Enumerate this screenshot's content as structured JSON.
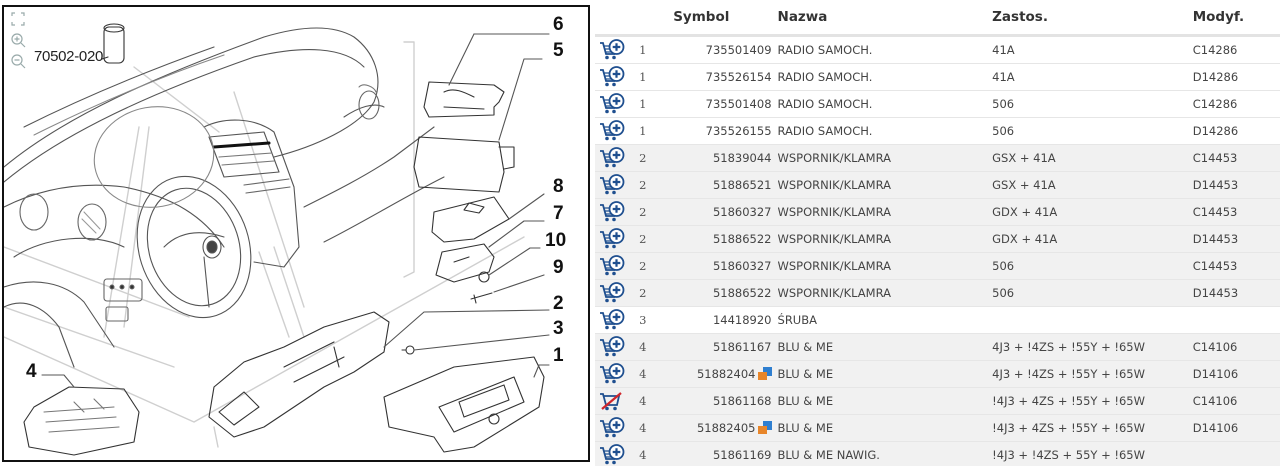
{
  "diagram": {
    "reference_code": "70502-020",
    "tools": [
      "fit-screen-icon",
      "zoom-in-icon",
      "zoom-out-icon"
    ],
    "callouts": [
      "6",
      "5",
      "8",
      "7",
      "10",
      "9",
      "2",
      "3",
      "1",
      "4"
    ]
  },
  "table": {
    "headers": {
      "cart": "",
      "pos": "",
      "symbol": "Symbol",
      "name": "Nazwa",
      "usage": "Zastos.",
      "modif": "Modyf."
    },
    "rows": [
      {
        "pos": "1",
        "symbol": "735501409",
        "name": "RADIO SAMOCH.",
        "usage": "41A",
        "modif": "C14286",
        "cart": "add",
        "replaced": false
      },
      {
        "pos": "1",
        "symbol": "735526154",
        "name": "RADIO SAMOCH.",
        "usage": "41A",
        "modif": "D14286",
        "cart": "add",
        "replaced": false
      },
      {
        "pos": "1",
        "symbol": "735501408",
        "name": "RADIO SAMOCH.",
        "usage": "506",
        "modif": "C14286",
        "cart": "add",
        "replaced": false
      },
      {
        "pos": "1",
        "symbol": "735526155",
        "name": "RADIO SAMOCH.",
        "usage": "506",
        "modif": "D14286",
        "cart": "add",
        "replaced": false
      },
      {
        "pos": "2",
        "symbol": "51839044",
        "name": "WSPORNIK/KLAMRA",
        "usage": "GSX + 41A",
        "modif": "C14453",
        "cart": "add",
        "replaced": false
      },
      {
        "pos": "2",
        "symbol": "51886521",
        "name": "WSPORNIK/KLAMRA",
        "usage": "GSX + 41A",
        "modif": "D14453",
        "cart": "add",
        "replaced": false
      },
      {
        "pos": "2",
        "symbol": "51860327",
        "name": "WSPORNIK/KLAMRA",
        "usage": "GDX + 41A",
        "modif": "C14453",
        "cart": "add",
        "replaced": false
      },
      {
        "pos": "2",
        "symbol": "51886522",
        "name": "WSPORNIK/KLAMRA",
        "usage": "GDX + 41A",
        "modif": "D14453",
        "cart": "add",
        "replaced": false
      },
      {
        "pos": "2",
        "symbol": "51860327",
        "name": "WSPORNIK/KLAMRA",
        "usage": "506",
        "modif": "C14453",
        "cart": "add",
        "replaced": false
      },
      {
        "pos": "2",
        "symbol": "51886522",
        "name": "WSPORNIK/KLAMRA",
        "usage": "506",
        "modif": "D14453",
        "cart": "add",
        "replaced": false
      },
      {
        "pos": "3",
        "symbol": "14418920",
        "name": "ŚRUBA",
        "usage": "",
        "modif": "",
        "cart": "add",
        "replaced": false
      },
      {
        "pos": "4",
        "symbol": "51861167",
        "name": "BLU & ME",
        "usage": "4J3 + !4ZS + !55Y + !65W",
        "modif": "C14106",
        "cart": "add",
        "replaced": false
      },
      {
        "pos": "4",
        "symbol": "51882404",
        "name": "BLU & ME",
        "usage": "4J3 + !4ZS + !55Y + !65W",
        "modif": "D14106",
        "cart": "add",
        "replaced": true
      },
      {
        "pos": "4",
        "symbol": "51861168",
        "name": "BLU & ME",
        "usage": "!4J3 + 4ZS + !55Y + !65W",
        "modif": "C14106",
        "cart": "unavailable",
        "replaced": false
      },
      {
        "pos": "4",
        "symbol": "51882405",
        "name": "BLU & ME",
        "usage": "!4J3 + 4ZS + !55Y + !65W",
        "modif": "D14106",
        "cart": "add",
        "replaced": true
      },
      {
        "pos": "4",
        "symbol": "51861169",
        "name": "BLU & ME NAWIG.",
        "usage": "!4J3 + !4ZS + 55Y + !65W",
        "modif": "",
        "cart": "add",
        "replaced": false
      }
    ]
  },
  "colors": {
    "cart_blue": "#1f4f8f",
    "cart_red": "#d0262c",
    "row_alt": "#f1f1f1",
    "swap_orange": "#e8862a",
    "swap_blue": "#2f7fd0"
  }
}
